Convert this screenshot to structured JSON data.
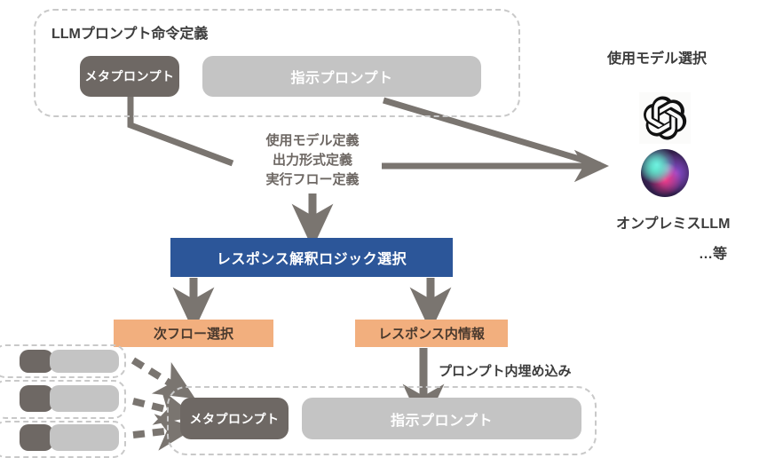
{
  "diagram": {
    "title_group_top": "LLMプロンプト命令定義",
    "top_group": {
      "meta_prompt": "メタプロンプト",
      "instruction_prompt": "指示プロンプト"
    },
    "model_selection": {
      "title": "使用モデル選択",
      "logo_openai": "openai-logo-icon",
      "logo_onpremise": "gradient-orb-icon",
      "onpremise_label": "オンプレミスLLM",
      "etc_label": "…等"
    },
    "center_definitions": {
      "line1": "使用モデル定義",
      "line2": "出力形式定義",
      "line3": "実行フロー定義"
    },
    "logic_box": "レスポンス解釈ロジック選択",
    "next_flow_box": "次フロー選択",
    "response_info_box": "レスポンス内情報",
    "embed_label": "プロンプト内埋め込み",
    "bottom_group": {
      "meta_prompt": "メタプロンプト",
      "instruction_prompt": "指示プロンプト"
    },
    "flow_list": [
      {
        "id": "flow-row-1"
      },
      {
        "id": "flow-row-2"
      },
      {
        "id": "flow-row-3"
      }
    ],
    "colors": {
      "blue": "#2c5699",
      "orange": "#f2af7e",
      "dark_gray": "#6e6864",
      "light_gray": "#c4c4c4",
      "dash_gray": "#c9c9c9",
      "arrow_gray": "#7a7570",
      "text_dark": "#3c3c3c"
    }
  }
}
